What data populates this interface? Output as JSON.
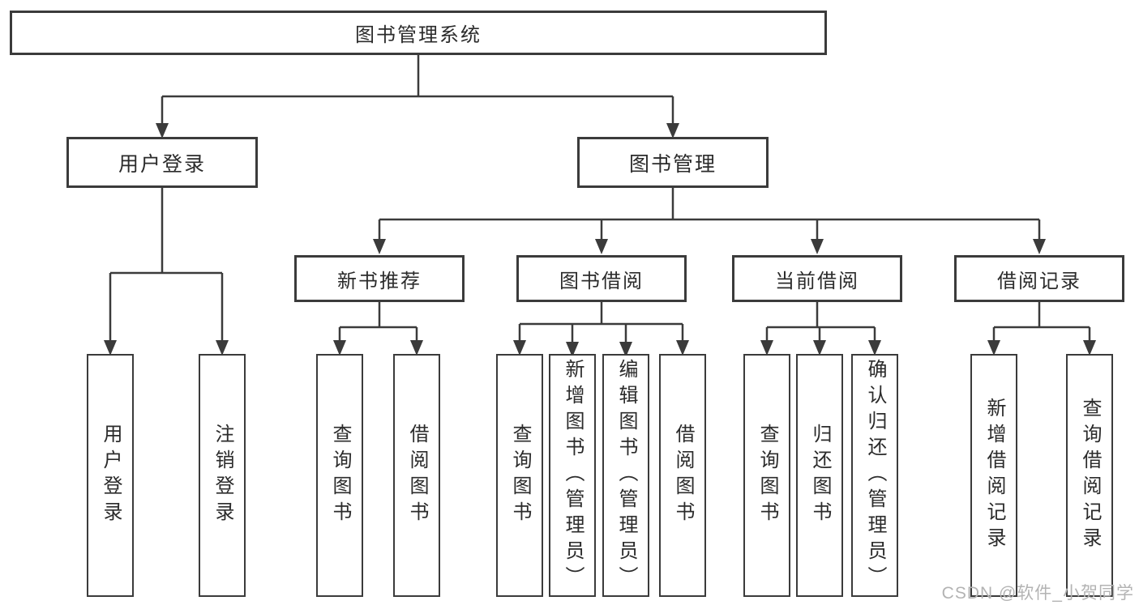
{
  "colors": {
    "line": "#3b3b3b",
    "text": "#2b2b2b",
    "watermark": "#b3b3b3"
  },
  "tree": {
    "root": {
      "label": "图书管理系统"
    },
    "branches": [
      {
        "label": "用户登录",
        "children": [
          {
            "label": "用户登录"
          },
          {
            "label": "注销登录"
          }
        ]
      },
      {
        "label": "图书管理",
        "children": [
          {
            "label": "新书推荐",
            "children": [
              {
                "label": "查询图书"
              },
              {
                "label": "借阅图书"
              }
            ]
          },
          {
            "label": "图书借阅",
            "children": [
              {
                "label": "查询图书"
              },
              {
                "label": "新增图书（管理员）"
              },
              {
                "label": "编辑图书（管理员）"
              },
              {
                "label": "借阅图书"
              }
            ]
          },
          {
            "label": "当前借阅",
            "children": [
              {
                "label": "查询图书"
              },
              {
                "label": "归还图书"
              },
              {
                "label": "确认归还（管理员）"
              }
            ]
          },
          {
            "label": "借阅记录",
            "children": [
              {
                "label": "新增借阅记录"
              },
              {
                "label": "查询借阅记录"
              }
            ]
          }
        ]
      }
    ]
  },
  "watermark": {
    "text": "CSDN @软件_小贺同学"
  }
}
